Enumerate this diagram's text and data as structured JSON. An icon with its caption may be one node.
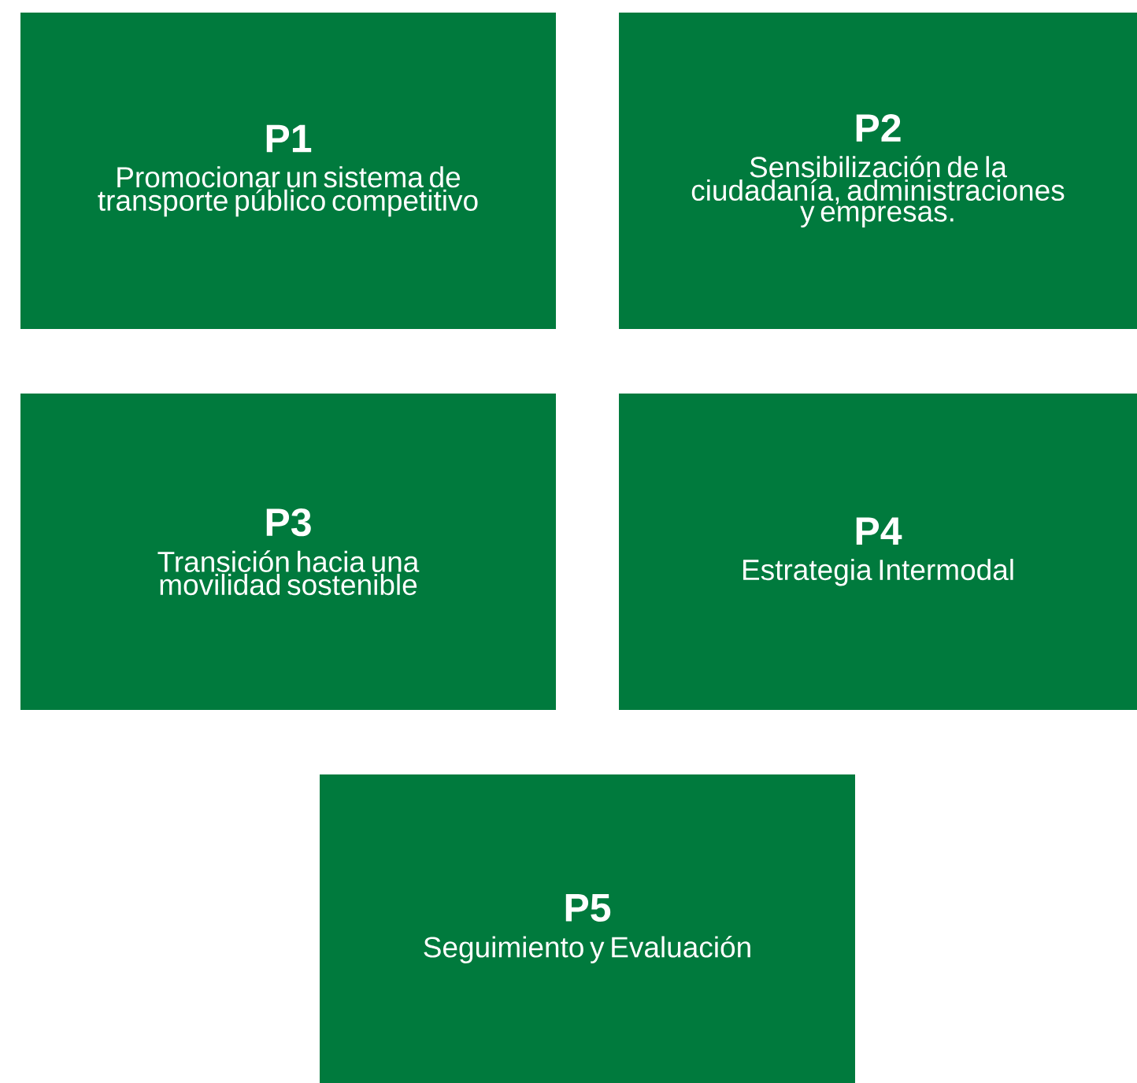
{
  "diagram": {
    "nodes": [
      {
        "text": [
          "P1",
          "Promocionar un sistema de transporte público competitivo"
        ]
      },
      {
        "text": [
          "P2",
          "Sensibilización de la ciudadanía, administraciones y empresas."
        ]
      },
      {
        "text": [
          "P3",
          "Transición hacia una movilidad sostenible"
        ]
      },
      {
        "text": [
          "P4",
          "Estrategia Intermodal"
        ]
      },
      {
        "text": [
          "P5",
          "Seguimiento y Evaluación"
        ]
      }
    ]
  }
}
